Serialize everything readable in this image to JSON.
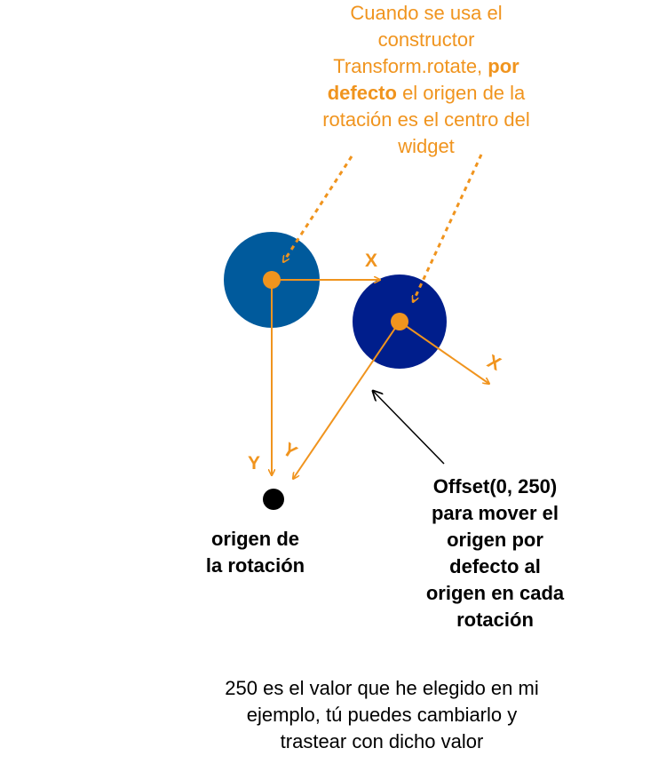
{
  "top_note": {
    "line1": "Cuando se usa el",
    "line2": "constructor",
    "line3_a": "Transform.rotate, ",
    "line3_b": "por",
    "line4_a": "defecto",
    "line4_b": " el origen de la",
    "line5": "rotación es el centro del",
    "line6": "widget"
  },
  "axes": {
    "x_original": "X",
    "x_rotated": "X",
    "y_original": "Y",
    "y_rotated": "Y"
  },
  "origin_label": {
    "line1": "origen de",
    "line2": "la rotación"
  },
  "offset_label": {
    "line1": "Offset(0, 250)",
    "line2": "para mover el",
    "line3": "origen por",
    "line4": "defecto al",
    "line5": "origen en cada",
    "line6": "rotación"
  },
  "bottom_note": {
    "line1": "250 es el valor que he elegido en mi",
    "line2": "ejemplo, tú puedes cambiarlo y",
    "line3": "trastear con dicho valor"
  },
  "colors": {
    "orange": "#F0941E",
    "widget_original": "#005A9C",
    "widget_rotated": "#001E8C",
    "origin_dot": "#000000"
  }
}
